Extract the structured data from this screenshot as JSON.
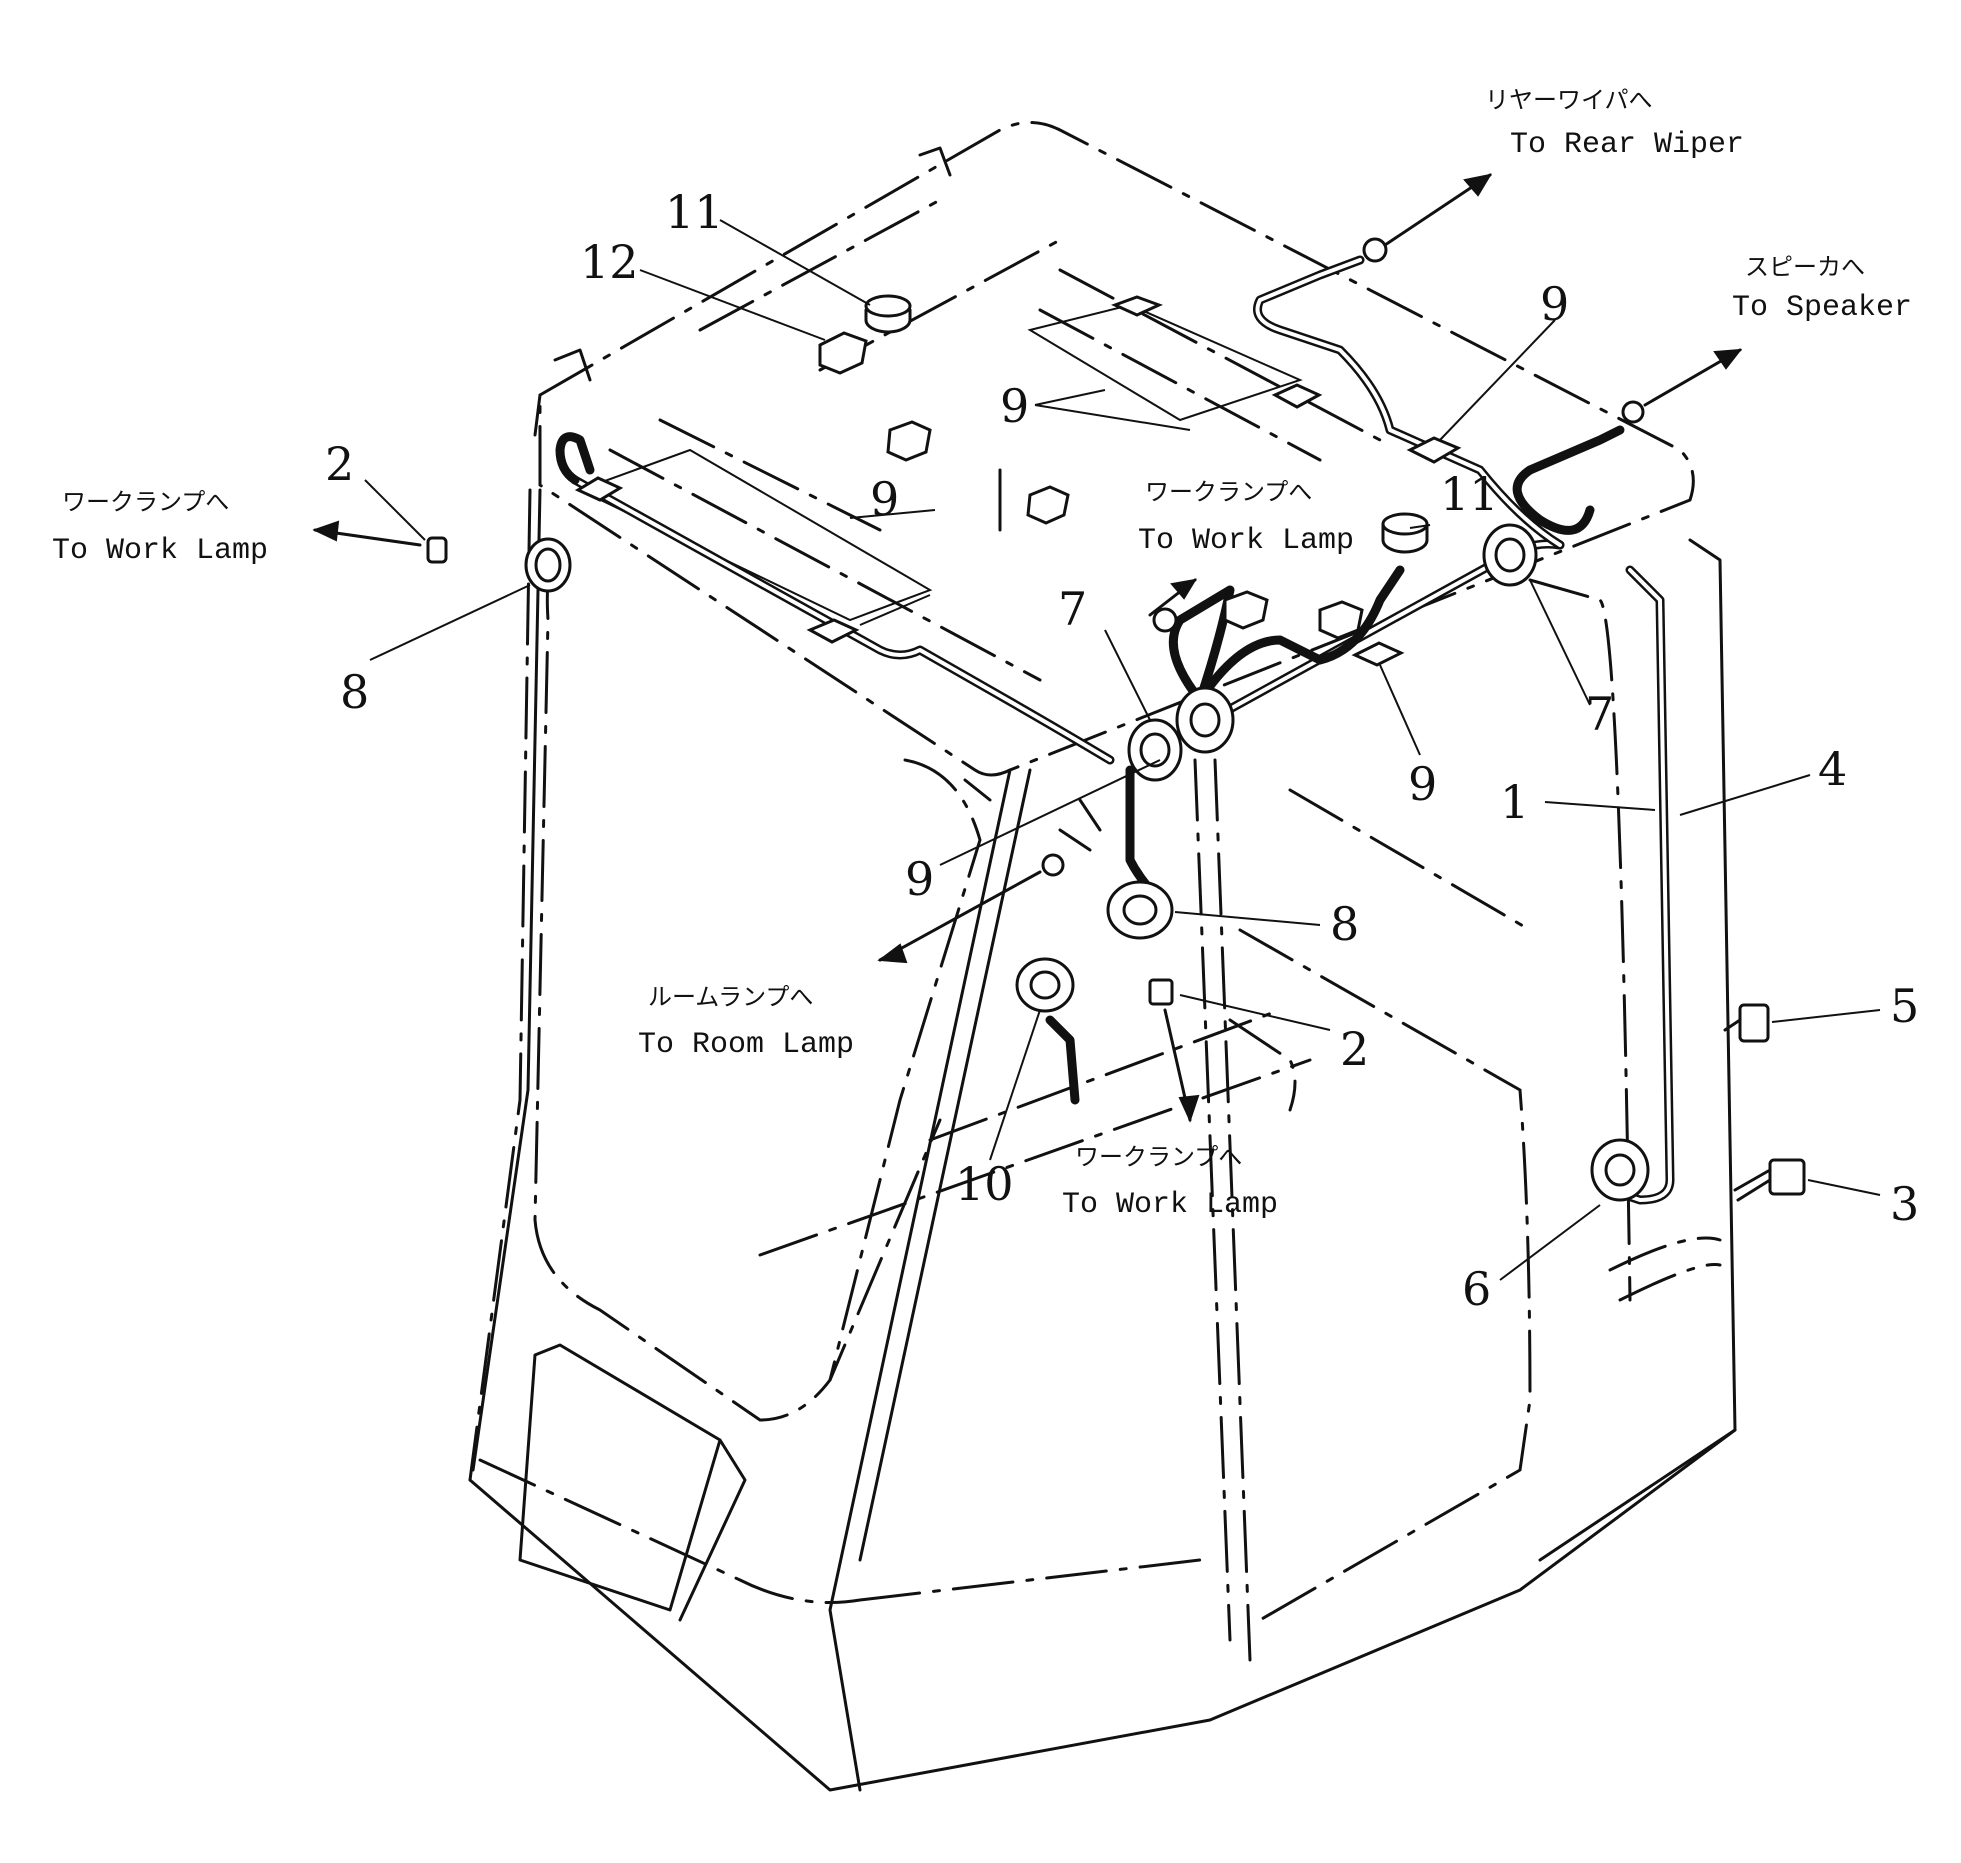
{
  "callouts": {
    "rear_wiper": {
      "jp": "リヤーワイパへ",
      "en": "To Rear Wiper"
    },
    "speaker": {
      "jp": "スピーカへ",
      "en": "To Speaker"
    },
    "work_lamp_left": {
      "jp": "ワークランプへ",
      "en": "To Work Lamp"
    },
    "work_lamp_center": {
      "jp": "ワークランプへ",
      "en": "To Work Lamp"
    },
    "room_lamp": {
      "jp": "ルームランプへ",
      "en": "To Room Lamp"
    },
    "work_lamp_bottom": {
      "jp": "ワークランプへ",
      "en": "To Work Lamp"
    }
  },
  "part_numbers": {
    "p1": "1",
    "p2_left": "2",
    "p2_center": "2",
    "p3": "3",
    "p4": "4",
    "p5": "5",
    "p6": "6",
    "p7_left": "7",
    "p7_right": "7",
    "p8_left": "8",
    "p8_center": "8",
    "p9_top": "9",
    "p9_roof_left": "9",
    "p9_roof_right": "9",
    "p9_center": "9",
    "p9_front": "9",
    "p10": "10",
    "p11_top": "11",
    "p11_center": "11",
    "p12": "12"
  }
}
